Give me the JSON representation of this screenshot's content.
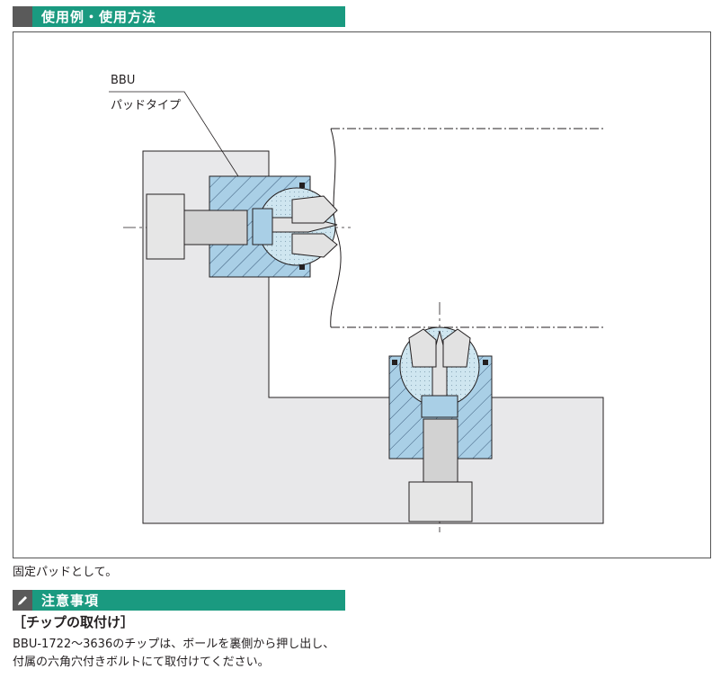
{
  "usage_section": {
    "title": "使用例・使用方法"
  },
  "figure": {
    "callout_model": "BBU",
    "callout_type": "パッドタイプ",
    "colors": {
      "steel": "#e8e8ea",
      "holder": "#a9cfe6",
      "ball": "#cfe6f0",
      "tip": "#e2e2e2"
    }
  },
  "caption": "固定パッドとして。",
  "caution_section": {
    "title": "注意事項",
    "icon": "pencil-icon"
  },
  "tip_install": {
    "heading": "［チップの取付け］",
    "line1": "BBU-1722～3636のチップは、ボールを裏側から押し出し、",
    "line2": "付属の六角穴付きボルトにて取付けてください。"
  }
}
